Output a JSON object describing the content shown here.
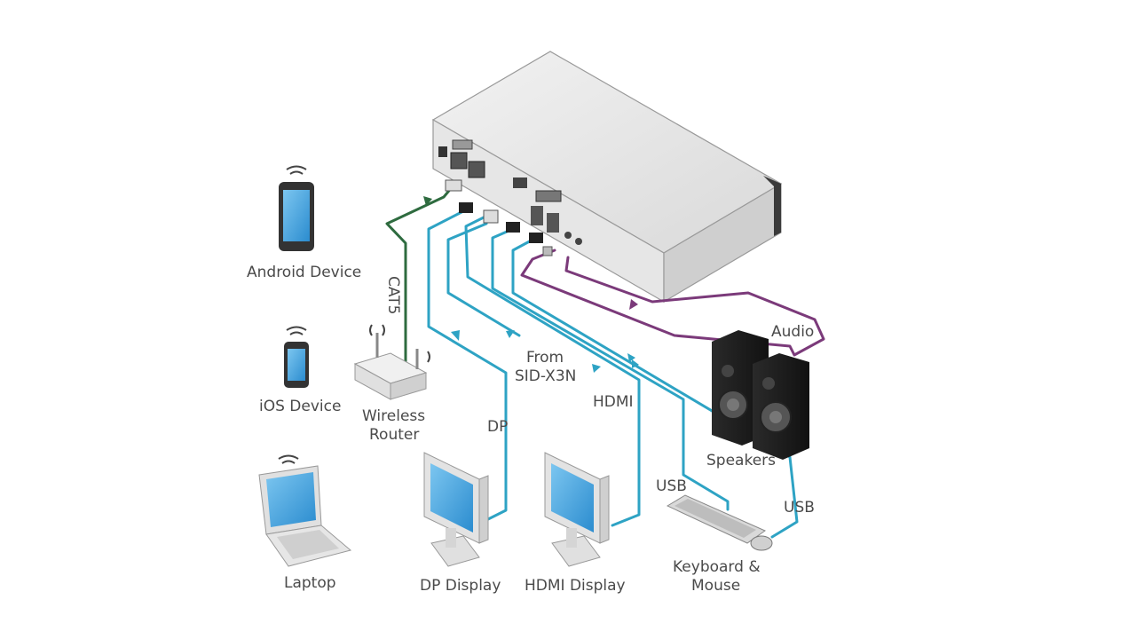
{
  "colors": {
    "hdmi_dp_usb_cable": "#2ea3c4",
    "cat5_cable": "#2e6b3f",
    "audio_cable": "#7b3a7a",
    "device_body": "#e8e8e8",
    "screen": "#4aa8e0"
  },
  "labels": {
    "android_device": "Android Device",
    "ios_device": "iOS Device",
    "laptop": "Laptop",
    "wireless_router_1": "Wireless",
    "wireless_router_2": "Router",
    "cat5": "CAT5",
    "dp_cable": "DP",
    "dp_display": "DP Display",
    "from_1": "From",
    "from_2": "SID-X3N",
    "hdmi_cable": "HDMI",
    "hdmi_display": "HDMI Display",
    "audio": "Audio",
    "speakers": "Speakers",
    "usb_keyboard": "USB",
    "usb_mouse": "USB",
    "keyboard_mouse_1": "Keyboard &",
    "keyboard_mouse_2": "Mouse"
  }
}
